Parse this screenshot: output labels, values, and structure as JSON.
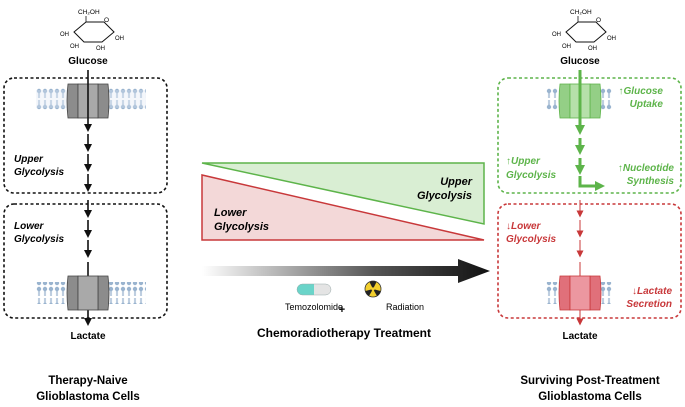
{
  "left": {
    "top_label": "Glucose",
    "upper_label_1": "Upper",
    "upper_label_2": "Glycolysis",
    "lower_label_1": "Lower",
    "lower_label_2": "Glycolysis",
    "bottom_label": "Lactate",
    "caption_1": "Therapy-Naive",
    "caption_2": "Glioblastoma Cells"
  },
  "middle": {
    "upper_label_1": "Upper",
    "upper_label_2": "Glycolysis",
    "lower_label_1": "Lower",
    "lower_label_2": "Glycolysis",
    "drug_1": "Temozolomide",
    "plus": "+",
    "drug_2": "Radiation",
    "treatment": "Chemoradiotherapy Treatment"
  },
  "right": {
    "top_label": "Glucose",
    "glucose_uptake_1": "↑Glucose",
    "glucose_uptake_2": "Uptake",
    "upper_label_1": "↑Upper",
    "upper_label_2": "Glycolysis",
    "nucleotide_1": "↑Nucleotide",
    "nucleotide_2": "Synthesis",
    "lower_label_1": "↓Lower",
    "lower_label_2": "Glycolysis",
    "lactate_sec_1": "↓Lactate",
    "lactate_sec_2": "Secretion",
    "bottom_label": "Lactate",
    "caption_1": "Surviving Post-Treatment",
    "caption_2": "Glioblastoma Cells"
  },
  "glucose_structure": {
    "ch2oh": "CH₂OH",
    "oh": "OH",
    "o": "O"
  },
  "colors": {
    "green": "#5db44a",
    "green_fill": "#d9eed3",
    "red": "#c8383a",
    "red_fill": "#f3d8d8",
    "dark": "#111111",
    "membrane": "#9ab4cf"
  }
}
